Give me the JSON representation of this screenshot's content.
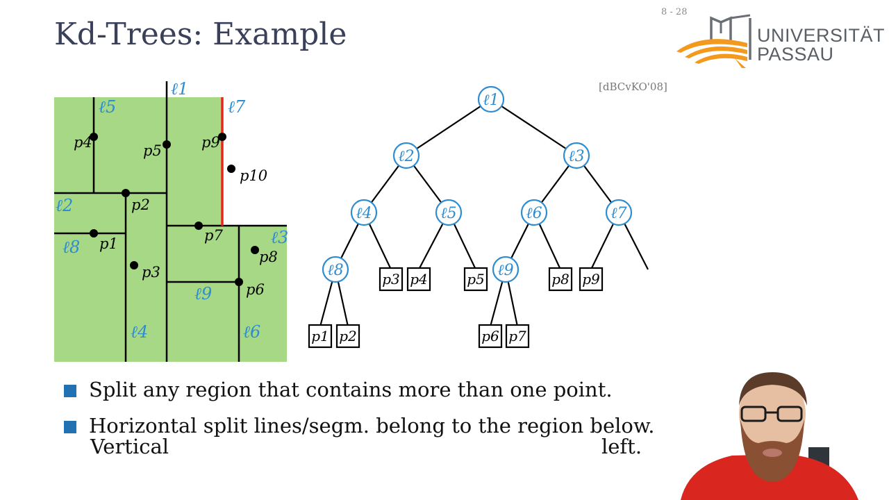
{
  "slide": {
    "title": "Kd-Trees: Example",
    "page_number": "8 - 28",
    "citation": "[dBCvKO'08]",
    "logo_line1": "UNIVERSITÄT",
    "logo_line2": "PASSAU"
  },
  "bullets": [
    "Split any region that contains more than one point.",
    "Horizontal split lines/segm. belong to the region below."
  ],
  "continuation": {
    "left": "Vertical",
    "right": "left."
  },
  "colors": {
    "region_fill": "#a6d886",
    "label_blue": "#2e8ccf",
    "highlight_red": "#e8251b",
    "bullet_blue": "#2271b3",
    "logo_orange": "#f39a1e"
  },
  "diagram": {
    "line_labels": {
      "l1": "ℓ1",
      "l2": "ℓ2",
      "l3": "ℓ3",
      "l4": "ℓ4",
      "l5": "ℓ5",
      "l6": "ℓ6",
      "l7": "ℓ7",
      "l8": "ℓ8",
      "l9": "ℓ9"
    },
    "point_labels": {
      "p1": "p1",
      "p2": "p2",
      "p3": "p3",
      "p4": "p4",
      "p5": "p5",
      "p6": "p6",
      "p7": "p7",
      "p8": "p8",
      "p9": "p9",
      "p10": "p10"
    }
  },
  "tree": {
    "internal_nodes": [
      "ℓ1",
      "ℓ2",
      "ℓ3",
      "ℓ4",
      "ℓ5",
      "ℓ6",
      "ℓ7",
      "ℓ8",
      "ℓ9"
    ],
    "leaves": [
      "p1",
      "p2",
      "p3",
      "p4",
      "p5",
      "p6",
      "p7",
      "p8",
      "p9"
    ]
  }
}
